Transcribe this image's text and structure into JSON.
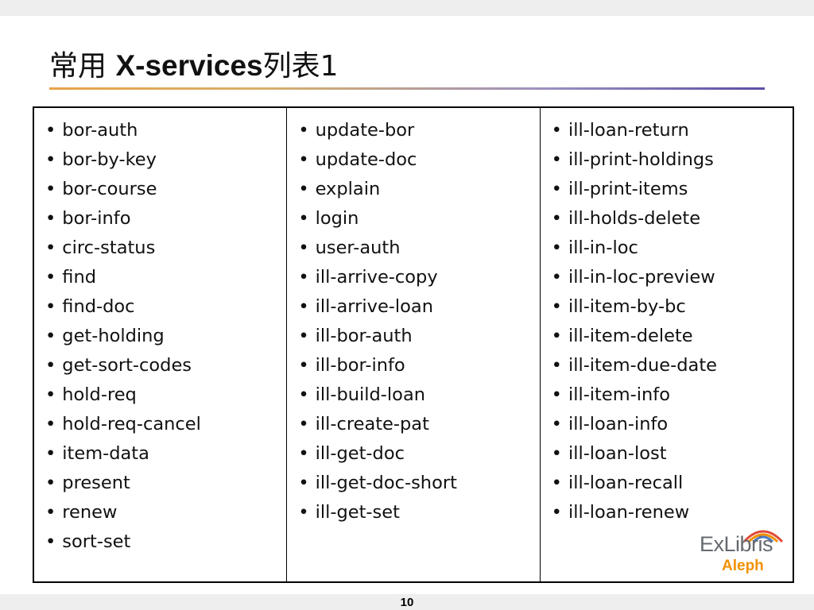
{
  "slide": {
    "title_prefix": "常用 ",
    "title_bold": "X-services",
    "title_suffix": "列表1",
    "page_number": "10"
  },
  "columns": [
    {
      "items": [
        "bor-auth",
        "bor-by-key",
        "bor-course",
        "bor-info",
        "circ-status",
        "find",
        "find-doc",
        "get-holding",
        "get-sort-codes",
        "hold-req",
        "hold-req-cancel",
        "item-data",
        "present",
        "renew",
        "sort-set"
      ]
    },
    {
      "items": [
        "update-bor",
        "update-doc",
        "explain",
        "login",
        "user-auth",
        "ill-arrive-copy",
        "ill-arrive-loan",
        "ill-bor-auth",
        "ill-bor-info",
        "ill-build-loan",
        "ill-create-pat",
        "ill-get-doc",
        "ill-get-doc-short",
        "ill-get-set"
      ]
    },
    {
      "items": [
        "ill-loan-return",
        "ill-print-holdings",
        "ill-print-items",
        "ill-holds-delete",
        "ill-in-loc",
        "ill-in-loc-preview",
        "ill-item-by-bc",
        "ill-item-delete",
        "ill-item-due-date",
        "ill-item-info",
        "ill-loan-info",
        "ill-loan-lost",
        "ill-loan-recall",
        "ill-loan-renew"
      ]
    }
  ],
  "logo": {
    "brand": "ExLibris",
    "product": "Aleph",
    "brand_color": "#666a70",
    "product_color": "#f29100"
  }
}
